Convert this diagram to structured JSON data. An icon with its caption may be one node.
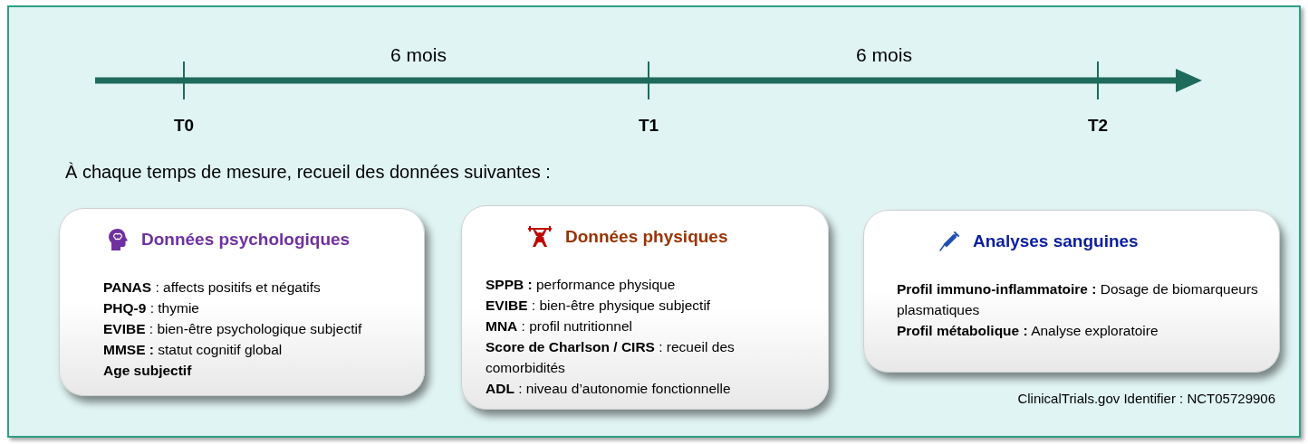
{
  "diagram": {
    "nodes": [
      {
        "text": [
          "Données psychologiques",
          "**PANAS** : affects positifs et négatifs",
          "**PHQ-9** : thymie",
          "**EVIBE** : bien-être psychologique subjectif",
          "**MMSE :** statut cognitif global",
          "**Age subjectif**"
        ]
      },
      {
        "text": [
          "Données physiques",
          "**SPPB :** performance physique",
          "**EVIBE** : bien-être physique subjectif",
          "**MNA** : profil nutritionnel",
          "**Score de Charlson / CIRS** : recueil des comorbidités",
          "**ADL** : niveau d’autonomie fonctionnelle"
        ]
      },
      {
        "text": [
          "Analyses sanguines",
          "**Profil immuno-inflammatoire :** Dosage de biomarqueurs plasmatiques",
          "**Profil métabolique :** Analyse exploratoire"
        ]
      }
    ],
    "labels": [
      "6 mois",
      "6 mois",
      "T0",
      "T1",
      "T2",
      "À chaque temps de mesure, recueil des données suivantes :",
      "ClinicalTrials.gov Identifier : NCT05729906"
    ]
  }
}
